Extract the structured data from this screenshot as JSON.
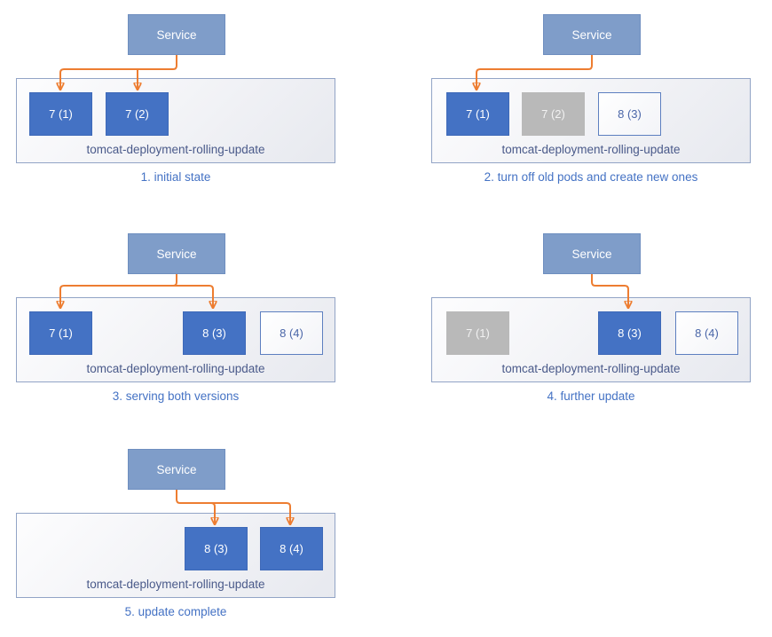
{
  "colors": {
    "service_fill": "#7F9DC9",
    "pod_running_fill": "#4472C4",
    "pod_terminated_fill": "#BFBFBF",
    "pod_created_border": "#5D7FC0",
    "connector_orange": "#ED7D31",
    "caption_text": "#4472C4",
    "deployment_label_text": "#4A5A8A"
  },
  "panels": [
    {
      "service_label": "Service",
      "deployment_label": "tomcat-deployment-rolling-update",
      "caption": "1. initial state",
      "service_routes_to": [
        "7 (1)",
        "7 (2)"
      ],
      "pods": [
        {
          "label": "7 (1)",
          "state": "running"
        },
        {
          "label": "7 (2)",
          "state": "running"
        }
      ]
    },
    {
      "service_label": "Service",
      "deployment_label": "tomcat-deployment-rolling-update",
      "caption": "2. turn off old pods and create new ones",
      "service_routes_to": [
        "7 (1)"
      ],
      "pods": [
        {
          "label": "7 (1)",
          "state": "running"
        },
        {
          "label": "7 (2)",
          "state": "terminated"
        },
        {
          "label": "8 (3)",
          "state": "created"
        }
      ]
    },
    {
      "service_label": "Service",
      "deployment_label": "tomcat-deployment-rolling-update",
      "caption": "3. serving both versions",
      "service_routes_to": [
        "7 (1)",
        "8 (3)"
      ],
      "pods": [
        {
          "label": "7 (1)",
          "state": "running"
        },
        {
          "label": "8 (3)",
          "state": "running"
        },
        {
          "label": "8 (4)",
          "state": "created"
        }
      ]
    },
    {
      "service_label": "Service",
      "deployment_label": "tomcat-deployment-rolling-update",
      "caption": "4. further update",
      "service_routes_to": [
        "8 (3)"
      ],
      "pods": [
        {
          "label": "7 (1)",
          "state": "terminated"
        },
        {
          "label": "8 (3)",
          "state": "running"
        },
        {
          "label": "8 (4)",
          "state": "created"
        }
      ]
    },
    {
      "service_label": "Service",
      "deployment_label": "tomcat-deployment-rolling-update",
      "caption": "5. update complete",
      "service_routes_to": [
        "8 (3)",
        "8 (4)"
      ],
      "pods": [
        {
          "label": "8 (3)",
          "state": "running"
        },
        {
          "label": "8 (4)",
          "state": "running"
        }
      ]
    }
  ]
}
